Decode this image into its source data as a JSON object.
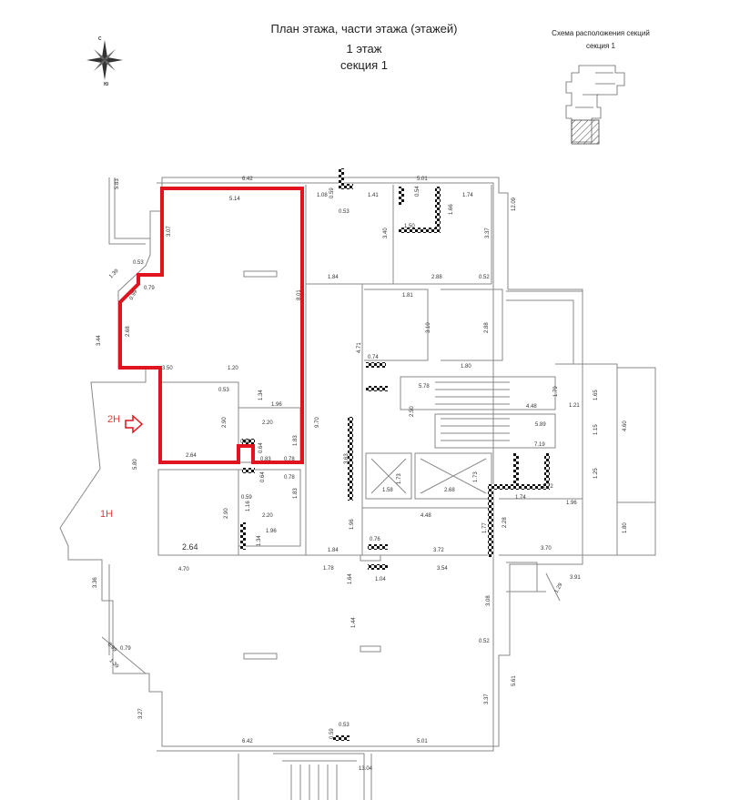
{
  "header": {
    "title": "План этажа, части этажа (этажей)",
    "floor": "1 этаж",
    "section": "секция 1"
  },
  "inset": {
    "title": "Схема расположения секций",
    "label": "секция 1"
  },
  "compass": {
    "north": "с",
    "south": "ю",
    "icon": "compass-rose-icon"
  },
  "units": [
    {
      "label": "2Н",
      "color": "#e23b3b"
    },
    {
      "label": "1Н",
      "color": "#e23b3b"
    }
  ],
  "highlight_color": "#e0141e",
  "dimensions": {
    "top": [
      "6.42",
      "5.01",
      "5.83",
      "5.14",
      "1.08",
      "0.59",
      "1.41",
      "0.54",
      "1.74",
      "12.09",
      "0.53",
      "3.40",
      "1.50",
      "1.66",
      "3.37"
    ],
    "left": [
      "3.07",
      "0.53",
      "1.39",
      "0.99",
      "0.79",
      "3.44",
      "2.68",
      "3.50",
      "1.20",
      "0.53",
      "1.34",
      "1.96",
      "2.20",
      "2.90",
      "2.64",
      "0.59",
      "0.64",
      "0.83",
      "0.78",
      "1.83"
    ],
    "middle": [
      "8.01",
      "1.84",
      "1.81",
      "4.71",
      "3.10",
      "2.88",
      "0.74",
      "1.80",
      "2.88",
      "0.52",
      "5.78",
      "2.50",
      "4.48",
      "1.79",
      "1.21",
      "1.65",
      "5.89",
      "7.19",
      "1.15",
      "4.60",
      "1.25",
      "3.63",
      "9.70",
      "1.58",
      "1.73",
      "2.68",
      "1.73",
      "1.72",
      "1.74",
      "1.96",
      "2.28",
      "1.77",
      "4.48",
      "1.80",
      "3.70"
    ],
    "lower": [
      "5.80",
      "0.64",
      "0.78",
      "2.90",
      "1.16",
      "0.59",
      "2.20",
      "1.83",
      "1.96",
      "1.34",
      "2.64",
      "4.70",
      "1.84",
      "0.76",
      "3.72",
      "1.96",
      "1.78",
      "1.64",
      "1.04",
      "3.54",
      "3.91",
      "1.29",
      "3.36",
      "3.08",
      "1.44",
      "0.52",
      "0.99",
      "0.79",
      "1.39",
      "5.61",
      "3.37",
      "3.27",
      "6.42",
      "0.53",
      "0.59",
      "5.01",
      "13.04"
    ]
  }
}
